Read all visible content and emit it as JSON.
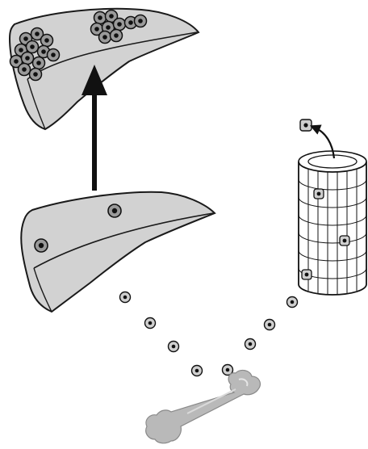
{
  "diagram": {
    "organs": [
      {
        "name": "liver-top",
        "state": "colonized",
        "cell_clusters": 2
      },
      {
        "name": "liver-bottom",
        "state": "seeded",
        "cell_count": 2
      },
      {
        "name": "blood-vessel",
        "state": "source",
        "cell_count": 3
      },
      {
        "name": "bone",
        "state": "origin"
      }
    ],
    "circulating_cells": {
      "bone_to_liver_path": 5,
      "vessel_to_bone_path": 3
    },
    "colors": {
      "liver_fill": "#d2d2d2",
      "outline": "#1a1a1a",
      "cell_fill": "#bdbdbd",
      "nucleus": "#111111",
      "bone_fill": "#b9b9b9",
      "background": "#ffffff"
    },
    "icons": [
      "up-arrow",
      "curved-arrow"
    ]
  }
}
